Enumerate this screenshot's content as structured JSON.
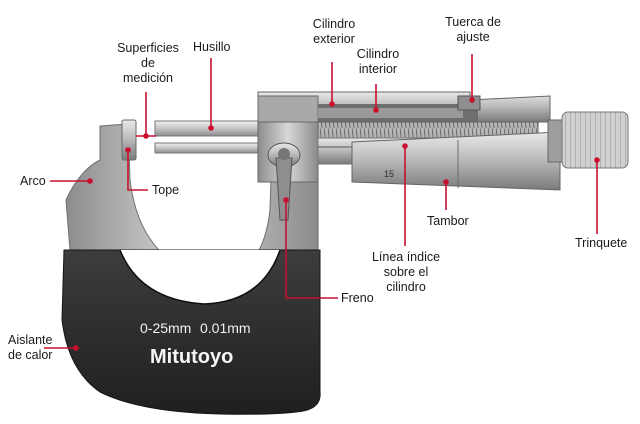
{
  "labels": {
    "superficies": [
      "Superficies",
      "de",
      "medición"
    ],
    "husillo": "Husillo",
    "cilindro_exterior": [
      "Cilindro",
      "exterior"
    ],
    "cilindro_interior": [
      "Cilindro",
      "interior"
    ],
    "tuerca": [
      "Tuerca de",
      "ajuste"
    ],
    "arco": "Arco",
    "tope": "Tope",
    "tambor": "Tambor",
    "trinquete": "Trinquete",
    "linea_indice": [
      "Línea índice",
      "sobre el",
      "cilindro"
    ],
    "freno": "Freno",
    "aislante": [
      "Aislante",
      "de calor"
    ]
  },
  "instrument": {
    "range": "0-25mm",
    "resolution": "0.01mm",
    "brand": "Mitutoyo",
    "thimble_number": "15"
  },
  "colors": {
    "leader": "#c8102e",
    "frame_dark": "#2e2e2e",
    "metal": "#b9b9b9"
  }
}
